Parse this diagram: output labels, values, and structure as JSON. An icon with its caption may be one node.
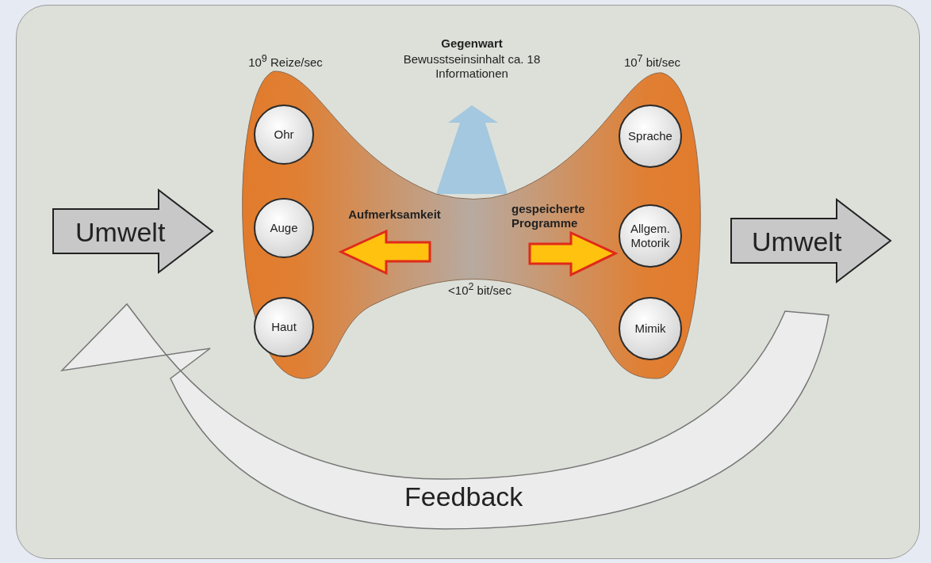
{
  "diagram": {
    "nodes": [
      {
        "text": [
          "Umwelt"
        ]
      },
      {
        "text": [
          "Ohr"
        ]
      },
      {
        "text": [
          "Auge"
        ]
      },
      {
        "text": [
          "Haut"
        ]
      },
      {
        "text": [
          "Sprache"
        ]
      },
      {
        "text": [
          "Allgem. Motorik"
        ]
      },
      {
        "text": [
          "Mimik"
        ]
      },
      {
        "text": [
          "Umwelt"
        ]
      },
      {
        "text": [
          "Feedback"
        ]
      }
    ],
    "labels": [
      "10$^{9}$ Reize/sec",
      "Gegenwart",
      "Bewusstseinsinhalt ca. 18 Informationen",
      "10$^{7}$ bit/sec",
      "Aufmerksamkeit",
      "gespeicherte Programme",
      "<10$^{2}$ bit/sec"
    ]
  }
}
